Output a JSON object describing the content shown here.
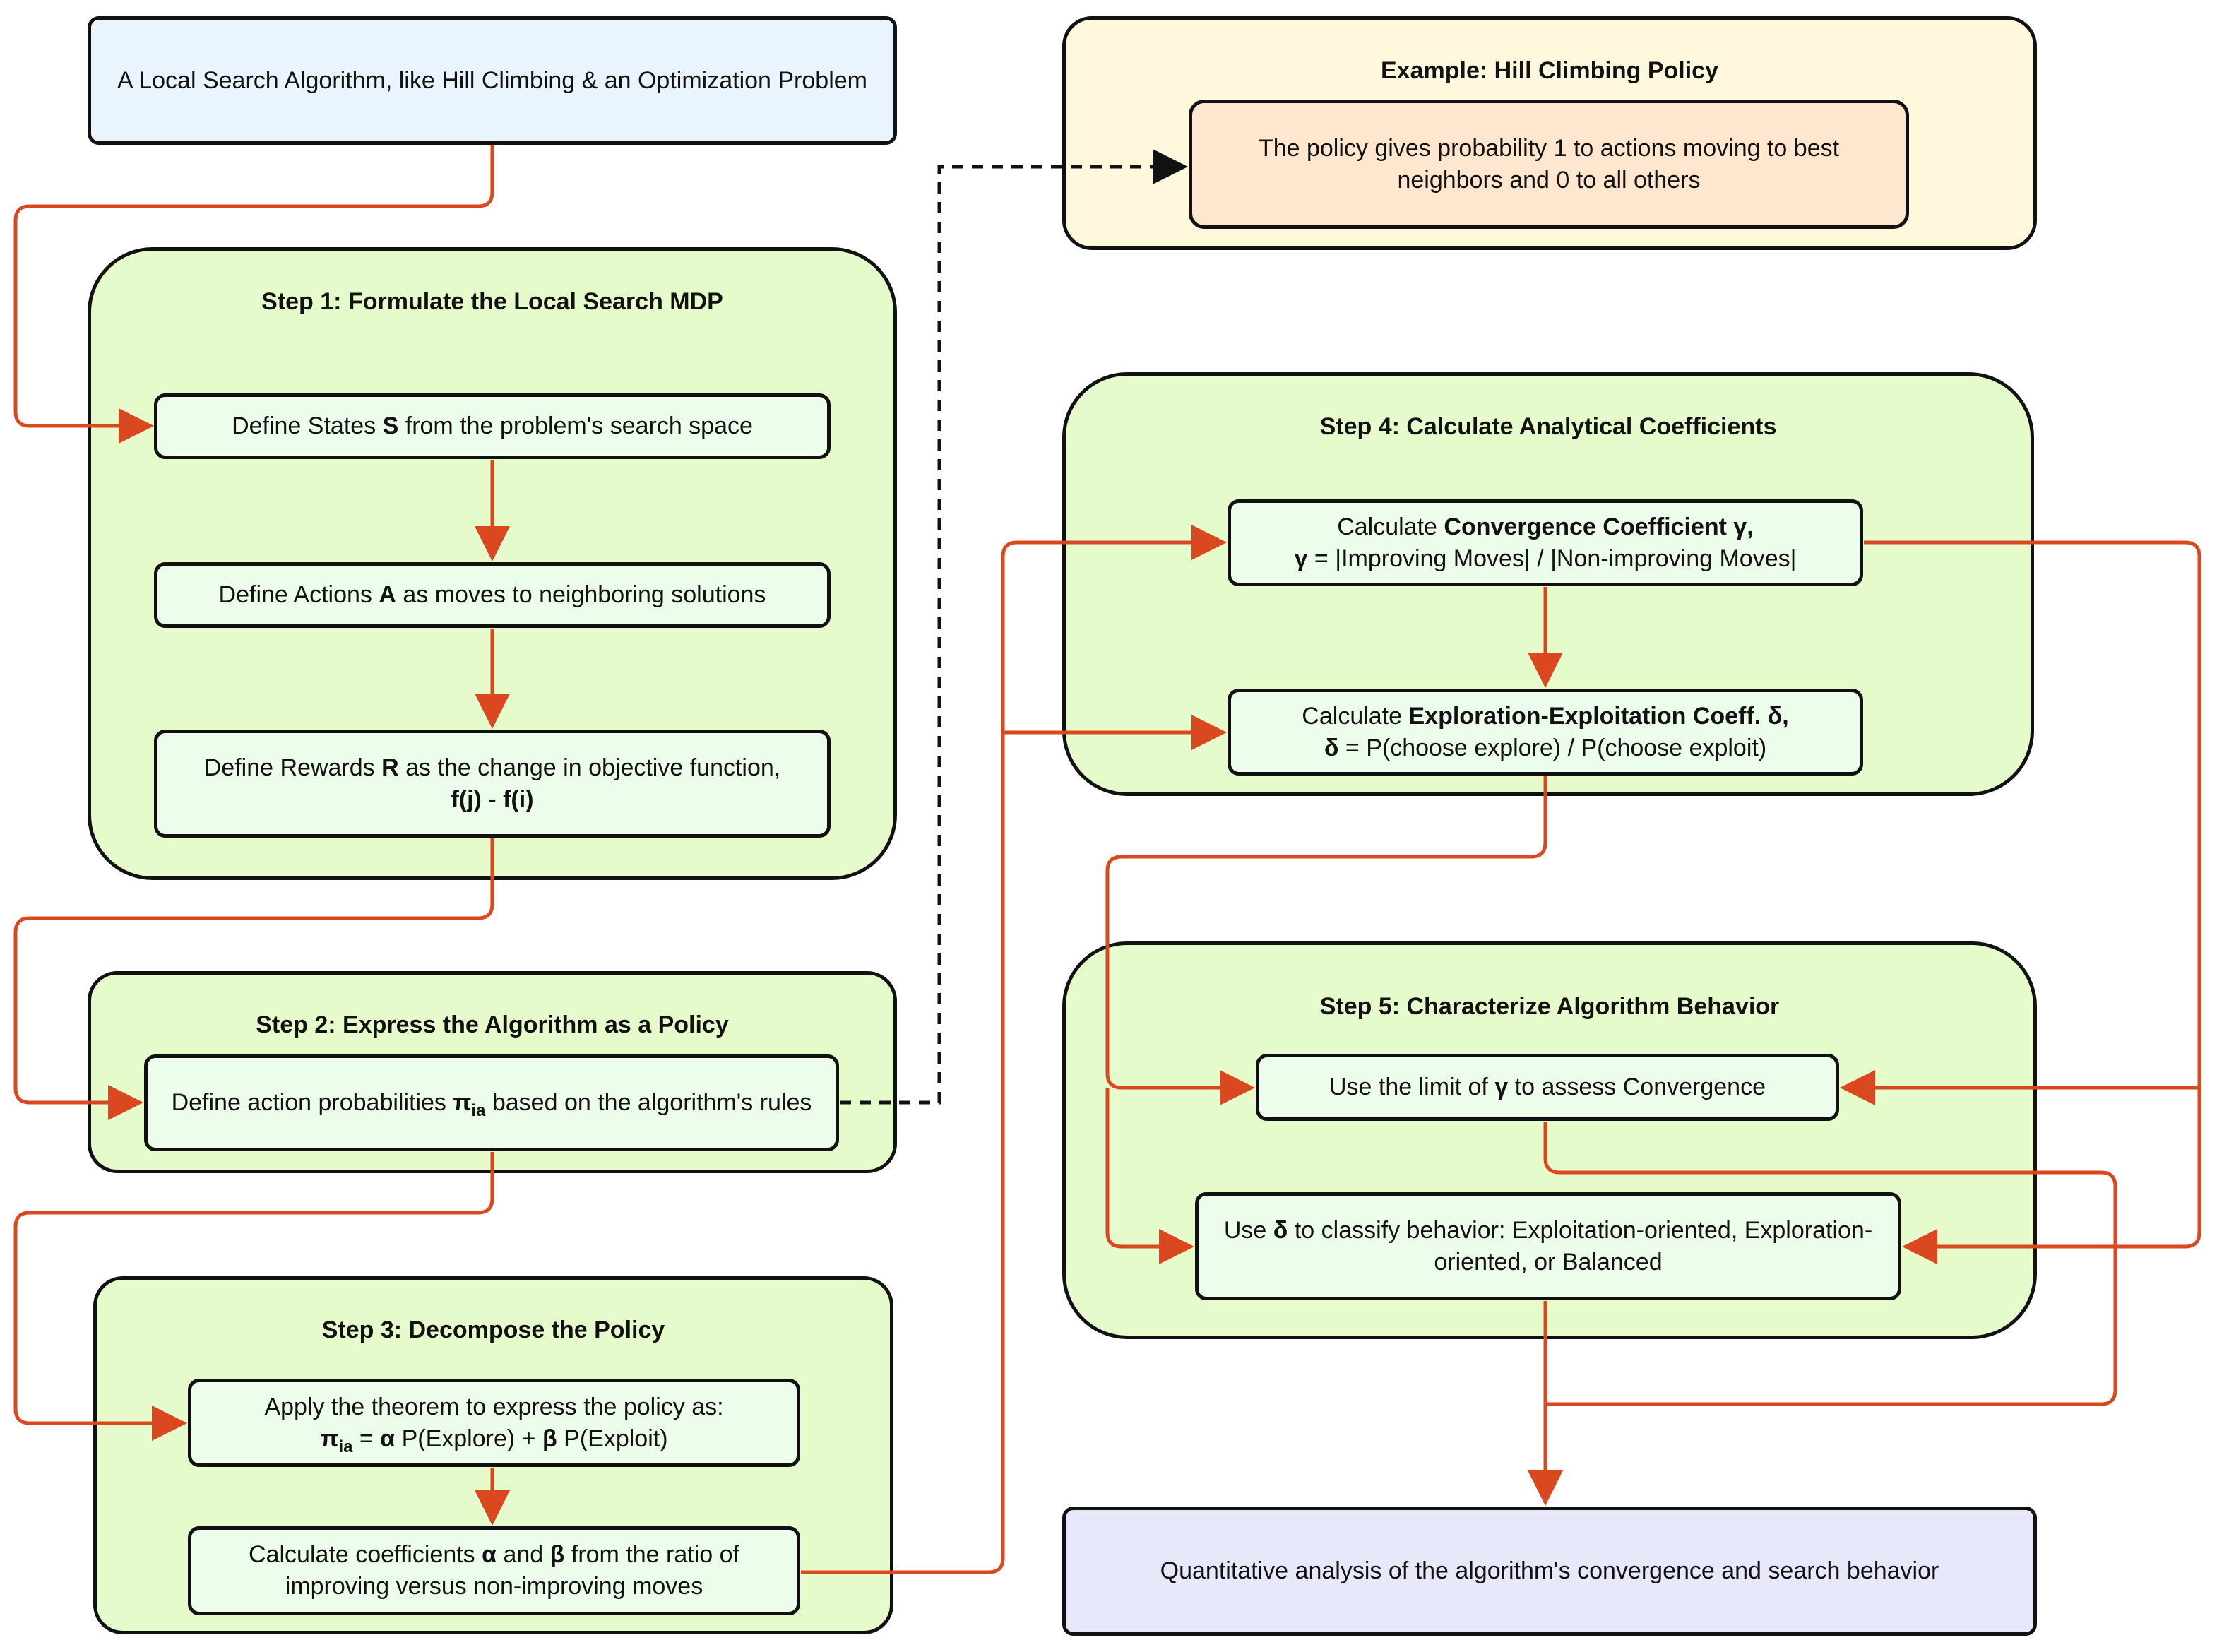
{
  "colors": {
    "edge": "#D9481E",
    "dashed_edge": "#111111",
    "border": "#111111",
    "input_fill": "#E9F4FF",
    "step_fill": "#E6FBCC",
    "inner_fill": "#EDFDEB",
    "example_fill": "#FFF8DC",
    "example_inner_fill": "#FFE6CF",
    "output_fill": "#E8E8FB"
  },
  "input": {
    "text": "A Local Search Algorithm, like Hill Climbing & an Optimization Problem"
  },
  "example": {
    "title": "Example: Hill Climbing Policy",
    "text": "The policy gives probability 1 to actions moving to best neighbors and 0 to all others"
  },
  "step1": {
    "title": "Step 1: Formulate the Local Search MDP",
    "states": {
      "pre": "Define States ",
      "bold": "S",
      "post": " from the problem's search space"
    },
    "actions": {
      "pre": "Define Actions ",
      "bold": "A",
      "post": " as moves to neighboring solutions"
    },
    "rewards": {
      "pre": "Define Rewards ",
      "bold": "R",
      "post": " as the change in objective function,",
      "formula": "f(j) - f(i)"
    }
  },
  "step2": {
    "title": "Step 2: Express the Algorithm as a Policy",
    "probs": {
      "pre": "Define action probabilities ",
      "symbol": "π",
      "sub": "ia",
      "post": " based on the algorithm's rules"
    }
  },
  "step3": {
    "title": "Step 3: Decompose the Policy",
    "theorem": {
      "line1": "Apply the theorem to express the policy as:",
      "symbol": "π",
      "sub": "ia",
      "eq": " = ",
      "alpha": "α",
      "explore": " P(Explore) + ",
      "beta": "β",
      "exploit": " P(Exploit)"
    },
    "coeffs": {
      "pre": "Calculate coefficients ",
      "alpha": "α",
      "mid": " and ",
      "beta": "β",
      "post": " from the ratio of improving versus non-improving moves"
    }
  },
  "step4": {
    "title": "Step 4: Calculate Analytical Coefficients",
    "convergence": {
      "pre": "Calculate ",
      "bold": "Convergence Coefficient γ,",
      "symbol": "γ",
      "formula": " = |Improving Moves| / |Non-improving Moves|"
    },
    "exploration": {
      "pre": "Calculate ",
      "bold": "Exploration-Exploitation Coeff. δ,",
      "symbol": "δ",
      "formula": " = P(choose explore) / P(choose exploit)"
    }
  },
  "step5": {
    "title": "Step 5: Characterize Algorithm Behavior",
    "limit": {
      "pre": "Use the limit of ",
      "bold": "γ",
      "post": " to assess Convergence"
    },
    "classify": {
      "pre": "Use ",
      "bold": "δ",
      "post": " to classify behavior: Exploitation-oriented, Exploration-oriented, or Balanced"
    }
  },
  "output": {
    "text": "Quantitative analysis of the algorithm's convergence and search behavior"
  }
}
